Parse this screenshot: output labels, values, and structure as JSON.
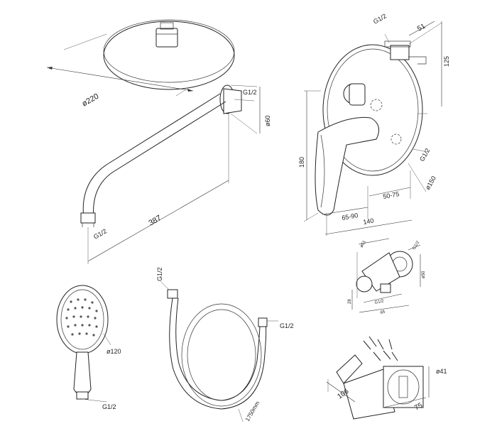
{
  "dimensions": {
    "head_diameter": "ø220",
    "arm_thread": "G1/2",
    "arm_flange_diameter": "ø60",
    "arm_length": "387",
    "arm_end_thread": "G1/2",
    "mixer_top_thread": "G1/2",
    "mixer_box_width": "51",
    "mixer_box_height": "125",
    "mixer_height": "180",
    "mixer_side_thread": "G1/2",
    "mixer_plate_diameter": "ø150",
    "mixer_depth_range_1": "65-90",
    "mixer_depth_range_2": "50-75",
    "mixer_overall_depth": "140",
    "outlet_small_1": "ø51",
    "outlet_small_2": "G1/2",
    "outlet_small_3": "ø50",
    "outlet_small_4": "28",
    "outlet_small_5": "G1/2",
    "outlet_small_6": "65",
    "hand_shower_diameter": "ø120",
    "hand_shower_thread": "G1/2",
    "hose_thread_top": "G1/2",
    "hose_thread_right": "G1/2",
    "hose_length": "1750mm",
    "holder_depth": "106",
    "holder_width": "75",
    "holder_diameter": "ø41"
  }
}
